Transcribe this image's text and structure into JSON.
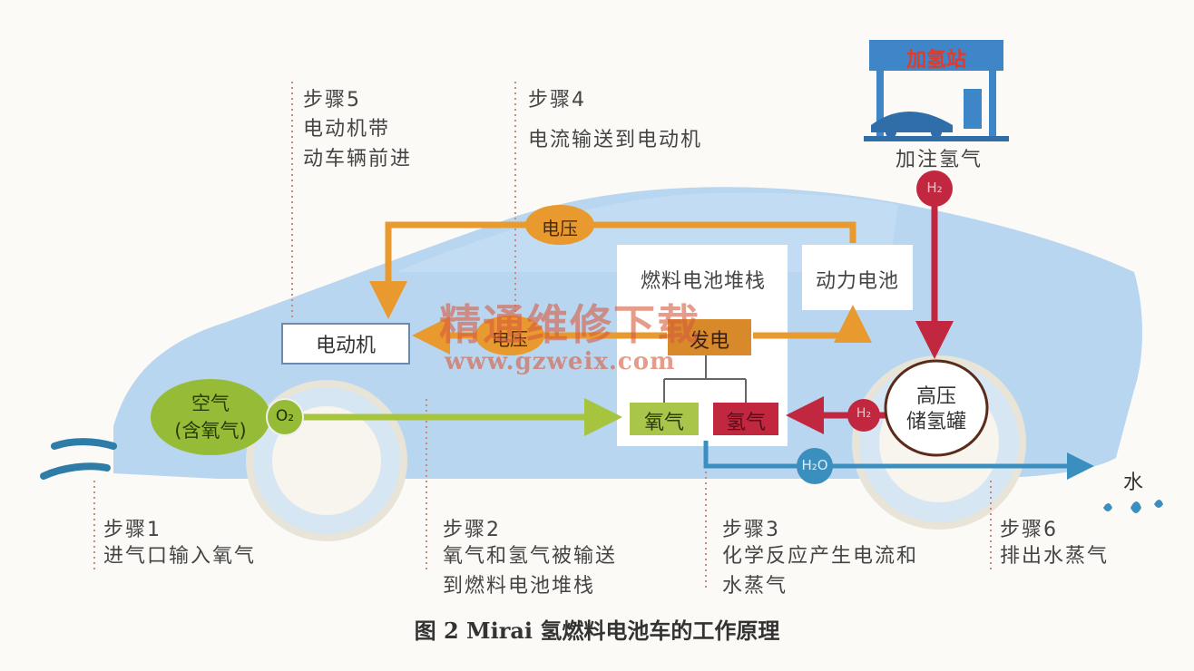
{
  "station": {
    "sign": "加氢站",
    "label": "加注氢气"
  },
  "steps": [
    {
      "title": "步骤1",
      "desc": "进气口输入氧气"
    },
    {
      "title": "步骤2",
      "desc": "氧气和氢气被输送\n到燃料电池堆栈"
    },
    {
      "title": "步骤3",
      "desc": "化学反应产生电流和\n水蒸气"
    },
    {
      "title": "步骤4",
      "desc": "电流输送到电动机"
    },
    {
      "title": "步骤5",
      "desc": "电动机带\n动车辆前进"
    },
    {
      "title": "步骤6",
      "desc": "排出水蒸气"
    }
  ],
  "components": {
    "motor": "电动机",
    "stack": "燃料电池堆栈",
    "battery": "动力电池",
    "generate": "发电",
    "oxygen": "氧气",
    "hydrogen": "氢气",
    "tank": "高压\n储氢罐",
    "air": "空气\n(含氧气)"
  },
  "labels": {
    "voltage_top": "电压",
    "voltage_mid": "电压",
    "o2": "O₂",
    "h2_station": "H₂",
    "h2_tank": "H₂",
    "h2o": "H₂O",
    "water": "水"
  },
  "watermark": {
    "text": "精通维修下载",
    "url": "www.gzweix.com"
  },
  "caption": "图 2   Mirai 氢燃料电池车的工作原理",
  "colors": {
    "car": "#b9d6f0",
    "orange": "#e99a2e",
    "red": "#c1273f",
    "green": "#a6c43e",
    "blue": "#3b8fbf"
  }
}
